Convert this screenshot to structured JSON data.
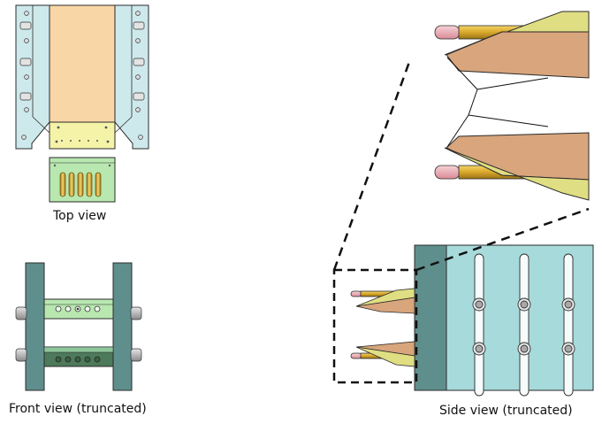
{
  "captions": {
    "top_view": "Top view",
    "front_view": "Front view (truncated)",
    "side_view": "Side view (truncated)"
  },
  "colors": {
    "frame_light": "#cde9ec",
    "frame_dark": "#5f8f8d",
    "body_peach": "#f9d6a6",
    "plate_yellow": "#f4f3a8",
    "connector_green": "#b8e8b0",
    "pin_gold": "#d9a72a",
    "tip_pink": "#f2b8c0",
    "blade_brown": "#d8a57c",
    "blade_yellow": "#e0de82",
    "side_panel": "#a7dadb",
    "outline": "#2b2b2b"
  }
}
